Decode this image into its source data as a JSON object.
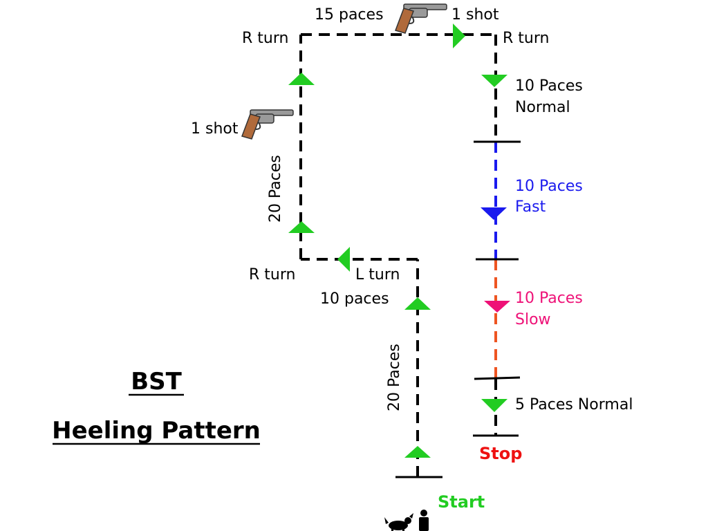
{
  "title": {
    "line1": "BST",
    "line2": "Heeling Pattern"
  },
  "labels": {
    "paces_15": "15 paces",
    "shot_top": "1 shot",
    "r_turn_top_left": "R turn",
    "r_turn_top_right": "R turn",
    "shot_left": "1 shot",
    "paces_20_left": "20 Paces",
    "r_turn_bottom": "R turn",
    "l_turn": "L turn",
    "paces_10": "10 paces",
    "paces_20_start": "20 Paces",
    "normal_10_a": "10 Paces",
    "normal_10_b": "Normal",
    "fast_10_a": "10 Paces",
    "fast_10_b": "Fast",
    "slow_10_a": "10 Paces",
    "slow_10_b": "Slow",
    "normal_5": "5 Paces Normal",
    "stop": "Stop",
    "start": "Start"
  },
  "colors": {
    "path": "#000000",
    "arrow": "#22cc22",
    "fast": "#1a1aee",
    "slow": "#ee1177",
    "slow_line": "#ee5522",
    "stop": "#ee1111",
    "start": "#22cc22",
    "gun_handle": "#b06a3b",
    "gun_metal": "#9a9a9a"
  },
  "icons": {
    "gun": "revolver-icon",
    "handler": "handler-icon",
    "dog": "dog-icon"
  }
}
